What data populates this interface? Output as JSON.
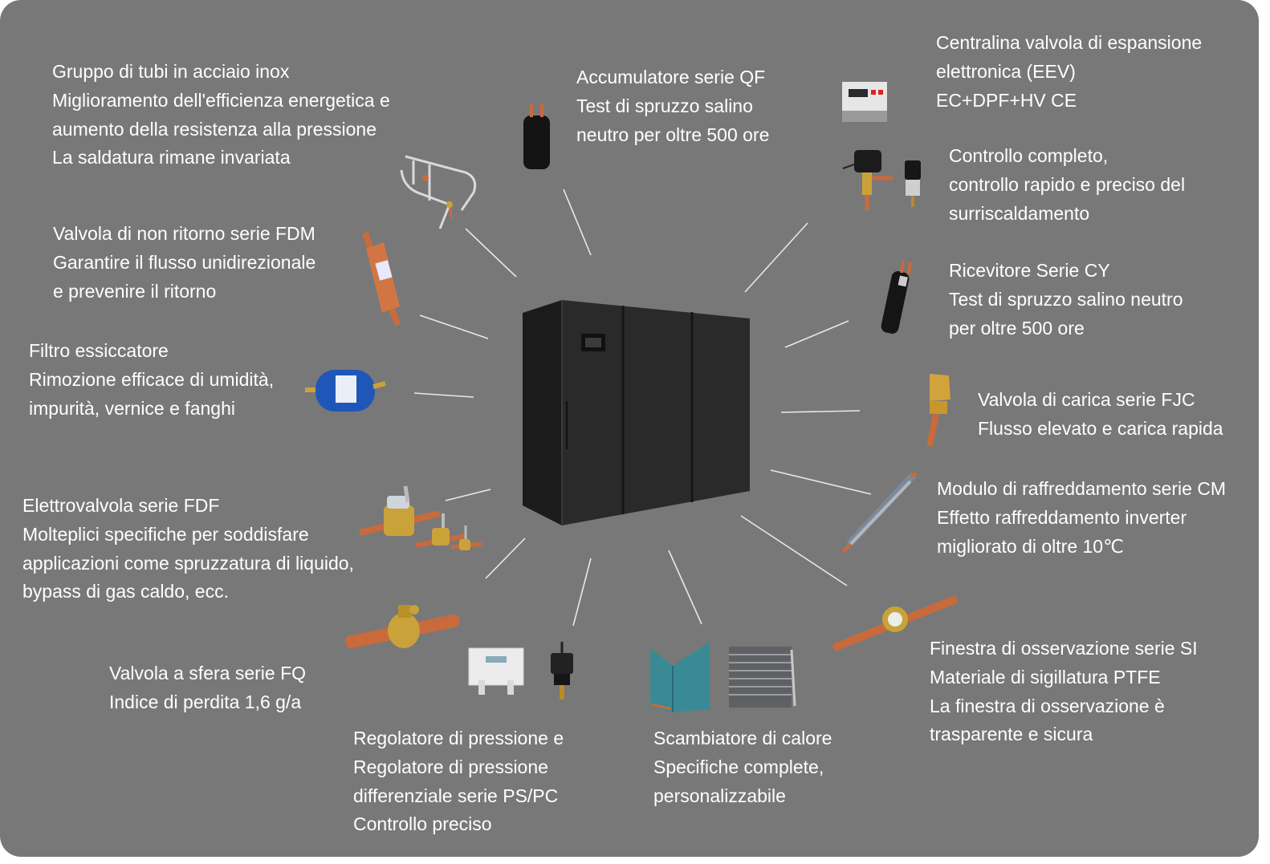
{
  "colors": {
    "background": "#787878",
    "text": "#ffffff",
    "connector": "#e8e8e8",
    "copper": "#c96a3c",
    "brass": "#c9a23a",
    "cabinet": "#262626",
    "filter_blue": "#1f57b8"
  },
  "components": [
    {
      "id": "stainless-tubes",
      "icon": "stainless-tube-assembly-icon",
      "lines": [
        "Gruppo di tubi in acciaio inox",
        "Miglioramento dell'efficienza energetica e",
        "aumento della resistenza alla pressione",
        "La saldatura rimane invariata"
      ]
    },
    {
      "id": "accumulator",
      "icon": "accumulator-icon",
      "lines": [
        "Accumulatore serie QF",
        "Test di spruzzo salino",
        "neutro per oltre 500 ore"
      ]
    },
    {
      "id": "eev-controller",
      "icon": "eev-controller-icon",
      "lines": [
        "Centralina valvola di espansione",
        "elettronica (EEV)",
        "EC+DPF+HV CE"
      ]
    },
    {
      "id": "eev-valve",
      "icon": "expansion-valve-icon",
      "lines": [
        "Controllo completo,",
        "controllo rapido e preciso del",
        "surriscaldamento"
      ]
    },
    {
      "id": "check-valve",
      "icon": "check-valve-icon",
      "lines": [
        "Valvola di non ritorno serie FDM",
        "Garantire il flusso unidirezionale",
        "e prevenire il ritorno"
      ]
    },
    {
      "id": "receiver",
      "icon": "receiver-icon",
      "lines": [
        "Ricevitore Serie CY",
        "Test di spruzzo salino neutro",
        "per oltre 500 ore"
      ]
    },
    {
      "id": "filter-drier",
      "icon": "filter-drier-icon",
      "lines": [
        "Filtro essiccatore",
        "Rimozione efficace di umidità,",
        "impurità, vernice e fanghi"
      ]
    },
    {
      "id": "charge-valve",
      "icon": "charge-valve-icon",
      "lines": [
        "Valvola di carica serie FJC",
        "Flusso elevato e carica rapida"
      ]
    },
    {
      "id": "solenoid-valve",
      "icon": "solenoid-valve-icon",
      "lines": [
        "Elettrovalvola serie FDF",
        "Molteplici specifiche per soddisfare",
        "applicazioni come spruzzatura di liquido,",
        "bypass di gas caldo, ecc."
      ]
    },
    {
      "id": "cooling-module",
      "icon": "cooling-module-icon",
      "lines": [
        "Modulo di raffreddamento serie CM",
        "Effetto raffreddamento inverter",
        "migliorato di oltre 10℃"
      ]
    },
    {
      "id": "ball-valve",
      "icon": "ball-valve-icon",
      "lines": [
        "Valvola a sfera serie FQ",
        "Indice di perdita 1,6 g/a"
      ]
    },
    {
      "id": "sight-glass",
      "icon": "sight-glass-icon",
      "lines": [
        "Finestra di osservazione serie SI",
        "Materiale di sigillatura PTFE",
        "La finestra di osservazione è",
        "trasparente e sicura"
      ]
    },
    {
      "id": "pressure-regulator",
      "icon": "pressure-regulator-icon",
      "lines": [
        "Regolatore di pressione e",
        "Regolatore di pressione",
        "differenziale serie PS/PC",
        "Controllo preciso"
      ]
    },
    {
      "id": "heat-exchanger",
      "icon": "heat-exchanger-icon",
      "lines": [
        "Scambiatore di calore",
        "Specifiche complete,",
        "personalizzabile"
      ]
    }
  ],
  "center": {
    "icon": "precision-air-conditioner-cabinet-icon"
  }
}
